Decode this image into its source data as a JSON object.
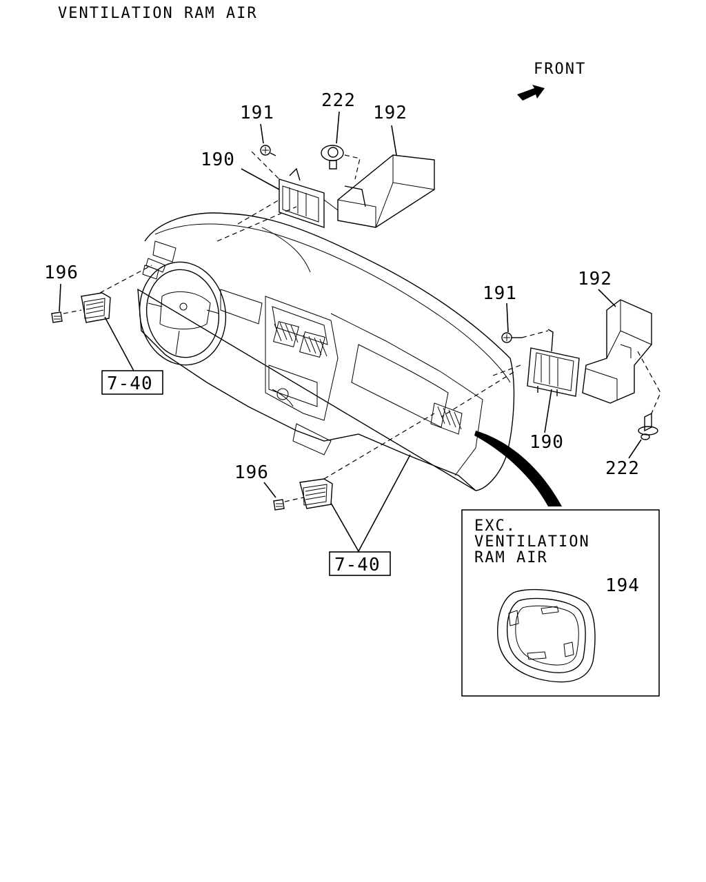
{
  "title": "VENTILATION RAM AIR",
  "front_label": "FRONT",
  "inset_text": [
    "EXC.",
    "VENTILATION",
    "RAM AIR"
  ],
  "callouts": {
    "p191_top": "191",
    "p222_top": "222",
    "p192_top": "192",
    "p190_top": "190",
    "p196_left": "196",
    "p7_40_left": "7-40",
    "p191_right": "191",
    "p192_right": "192",
    "p190_right": "190",
    "p222_right": "222",
    "p196_bottom": "196",
    "p7_40_bottom": "7-40",
    "p194": "194"
  }
}
